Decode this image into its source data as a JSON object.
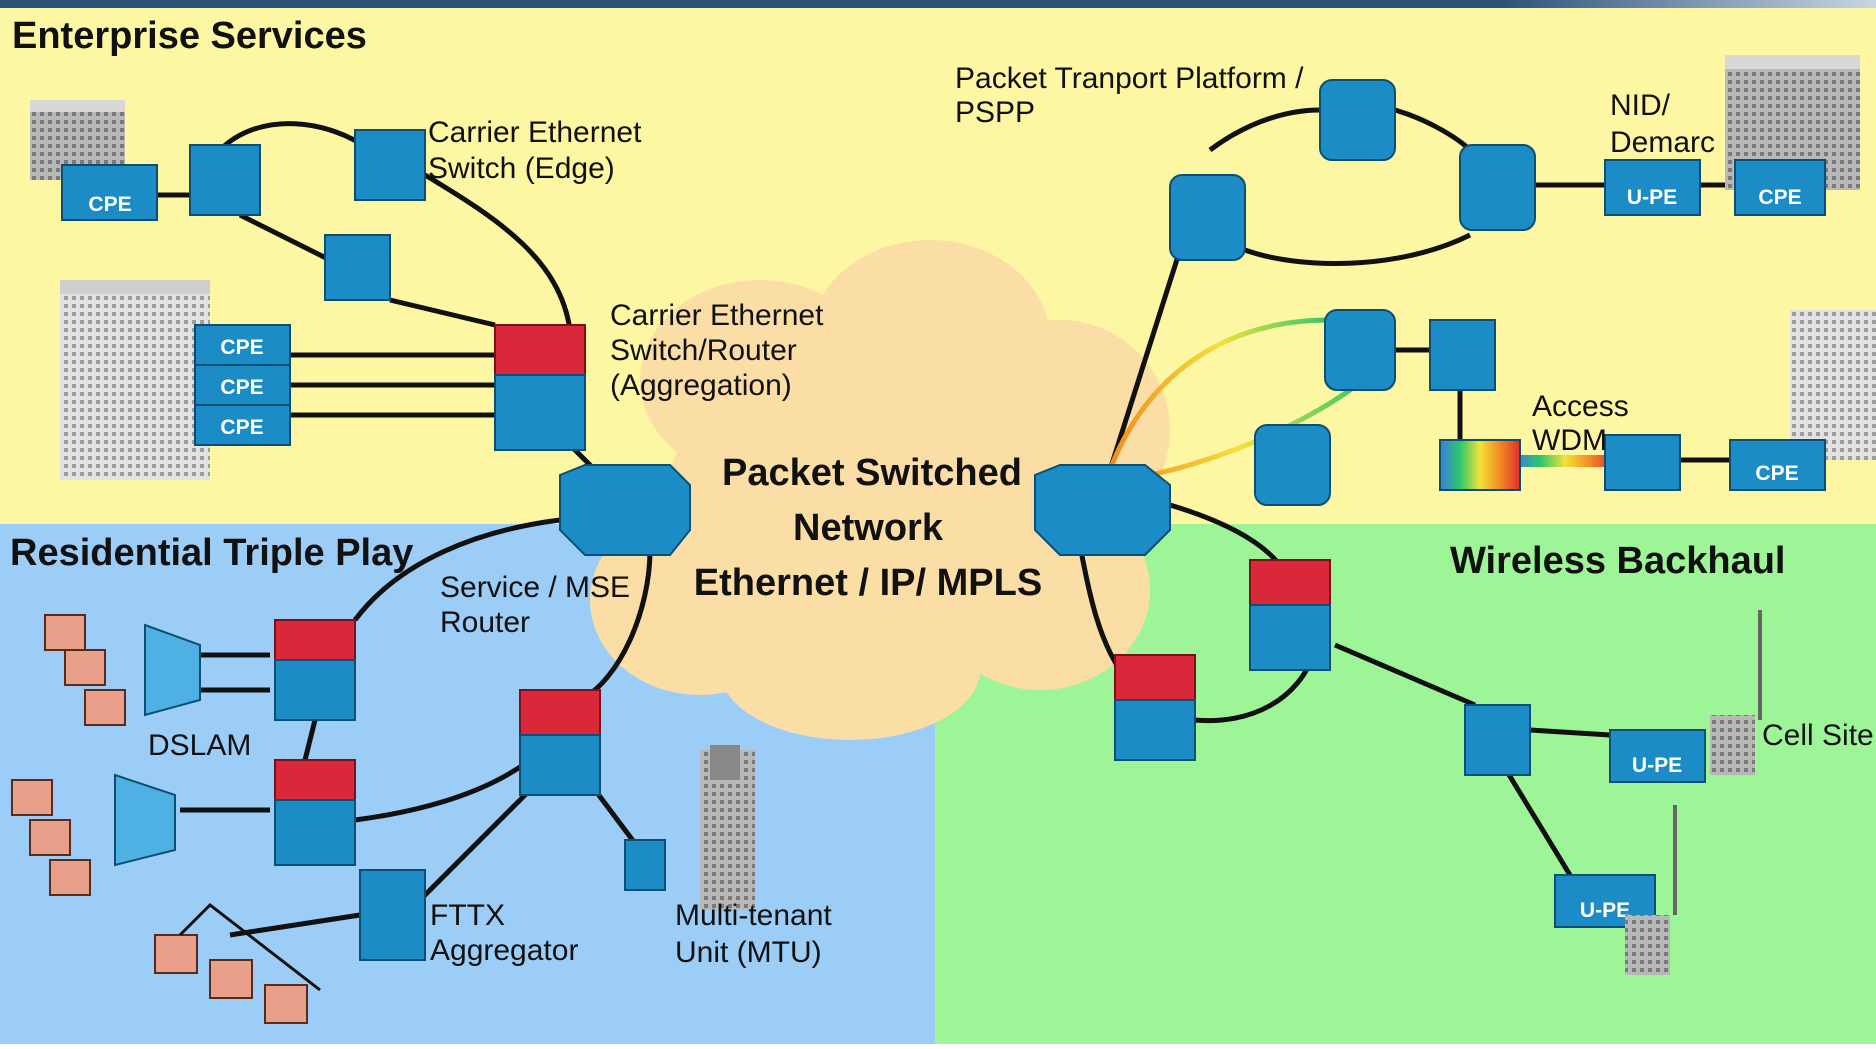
{
  "regions": {
    "enterprise": "Enterprise Services",
    "residential": "Residential Triple Play",
    "wireless": "Wireless Backhaul"
  },
  "core": {
    "line1": "Packet Switched",
    "line2": "Network",
    "line3": "Ethernet / IP/ MPLS"
  },
  "labels": {
    "ce_edge_1": "Carrier Ethernet",
    "ce_edge_2": "Switch (Edge)",
    "ce_agg_1": "Carrier Ethernet",
    "ce_agg_2": "Switch/Router",
    "ce_agg_3": "(Aggregation)",
    "ptp_1": "Packet Tranport Platform /",
    "ptp_2": "PSPP",
    "nid_1": "NID/",
    "nid_2": "Demarc",
    "access_1": "Access",
    "access_2": "WDM",
    "mse_1": "Service / MSE",
    "mse_2": "Router",
    "dslam": "DSLAM",
    "fttx_1": "FTTX",
    "fttx_2": "Aggregator",
    "mtu_1": "Multi-tenant",
    "mtu_2": "Unit (MTU)",
    "cell": "Cell Site"
  },
  "icons": {
    "cpe": "CPE",
    "upe": "U-PE"
  },
  "colors": {
    "enterprise_bg": "#fdf6a3",
    "residential_bg": "#9ccdf6",
    "wireless_bg": "#9ef597",
    "cloud": "#fbdea6",
    "device_blue": "#1c8cc6",
    "device_red": "#d8283a",
    "header_bar": "#2c5279"
  }
}
